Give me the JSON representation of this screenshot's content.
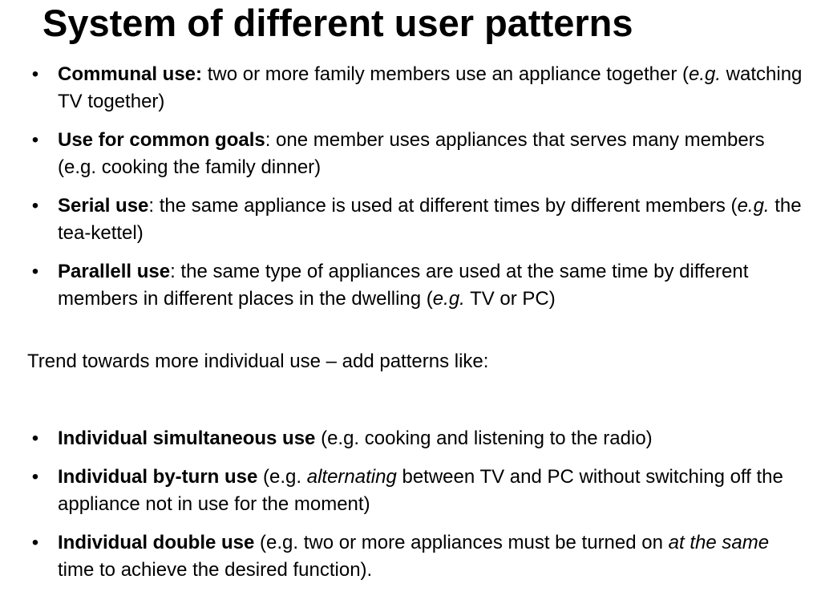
{
  "title": "System of different user patterns",
  "bullet_glyph": "•",
  "group1": [
    {
      "bold": "Communal use:",
      "t1": " two or more family members use an appliance together (",
      "it": "e.g.",
      "t2": " watching TV together)"
    },
    {
      "bold": "Use for common goals",
      "t1": ": one member uses appliances that serves many members (e.g. cooking the family dinner)",
      "it": "",
      "t2": ""
    },
    {
      "bold": "Serial use",
      "t1": ": the same appliance is used at different times by different members (",
      "it": "e.g.",
      "t2": " the tea-kettel)"
    },
    {
      "bold": "Parallell use",
      "t1": ": the same type of appliances are used at the same time by different members in different places in the dwelling (",
      "it": "e.g.",
      "t2": " TV or PC)"
    }
  ],
  "trend": "Trend towards more individual use – add patterns like:",
  "group2": [
    {
      "bold": "Individual simultaneous use",
      "t1": " (e.g. cooking and listening to the radio)",
      "it": "",
      "t2": ""
    },
    {
      "bold": "Individual by-turn use",
      "t1": " (e.g. ",
      "it": "alternating",
      "t2": " between TV and PC without switching off the appliance not in use for the moment)"
    },
    {
      "bold": "Individual double use",
      "t1": " (e.g. two or more appliances must be turned on ",
      "it": "at the same",
      "t2": " time to achieve the desired function)."
    }
  ]
}
